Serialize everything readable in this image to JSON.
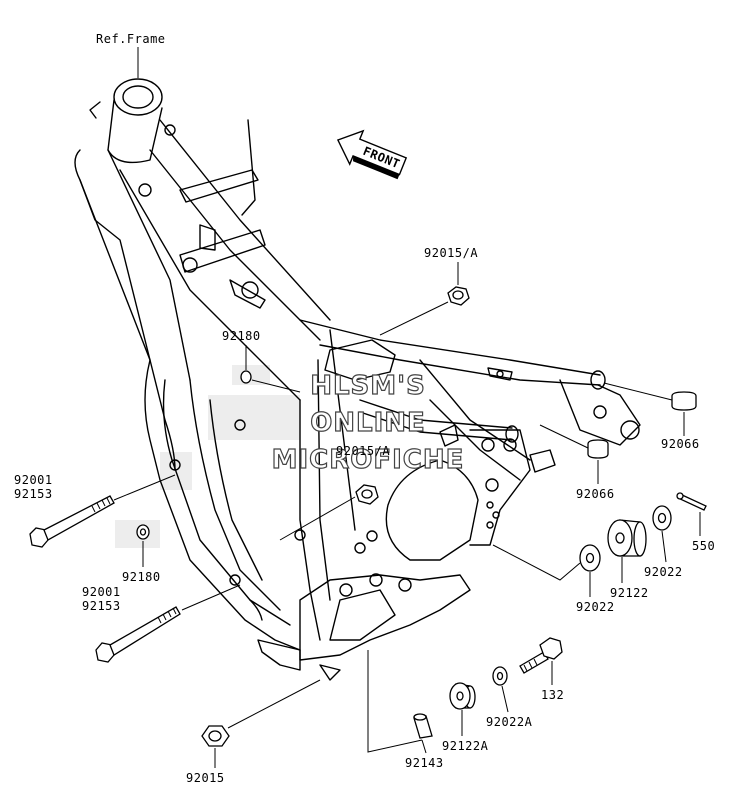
{
  "diagram": {
    "ref_label": "Ref.Frame",
    "front_label": "FRONT",
    "watermark": [
      "HLSM'S",
      "ONLINE",
      "MICROFICHE"
    ],
    "parts": [
      {
        "id": "p-92015a-top",
        "label": "92015/A"
      },
      {
        "id": "p-92180-top",
        "label": "92180"
      },
      {
        "id": "p-92015a-mid",
        "label": "92015/A"
      },
      {
        "id": "p-92066-a",
        "label": "92066"
      },
      {
        "id": "p-92066-b",
        "label": "92066"
      },
      {
        "id": "p-92001-a",
        "label": "92001"
      },
      {
        "id": "p-92153-a",
        "label": "92153"
      },
      {
        "id": "p-92180-mid",
        "label": "92180"
      },
      {
        "id": "p-550",
        "label": "550"
      },
      {
        "id": "p-92022-a",
        "label": "92022"
      },
      {
        "id": "p-92122",
        "label": "92122"
      },
      {
        "id": "p-92022-b",
        "label": "92022"
      },
      {
        "id": "p-92001-b",
        "label": "92001"
      },
      {
        "id": "p-92153-b",
        "label": "92153"
      },
      {
        "id": "p-132",
        "label": "132"
      },
      {
        "id": "p-92022a",
        "label": "92022A"
      },
      {
        "id": "p-92122a",
        "label": "92122A"
      },
      {
        "id": "p-92143",
        "label": "92143"
      },
      {
        "id": "p-92015",
        "label": "92015"
      }
    ]
  }
}
